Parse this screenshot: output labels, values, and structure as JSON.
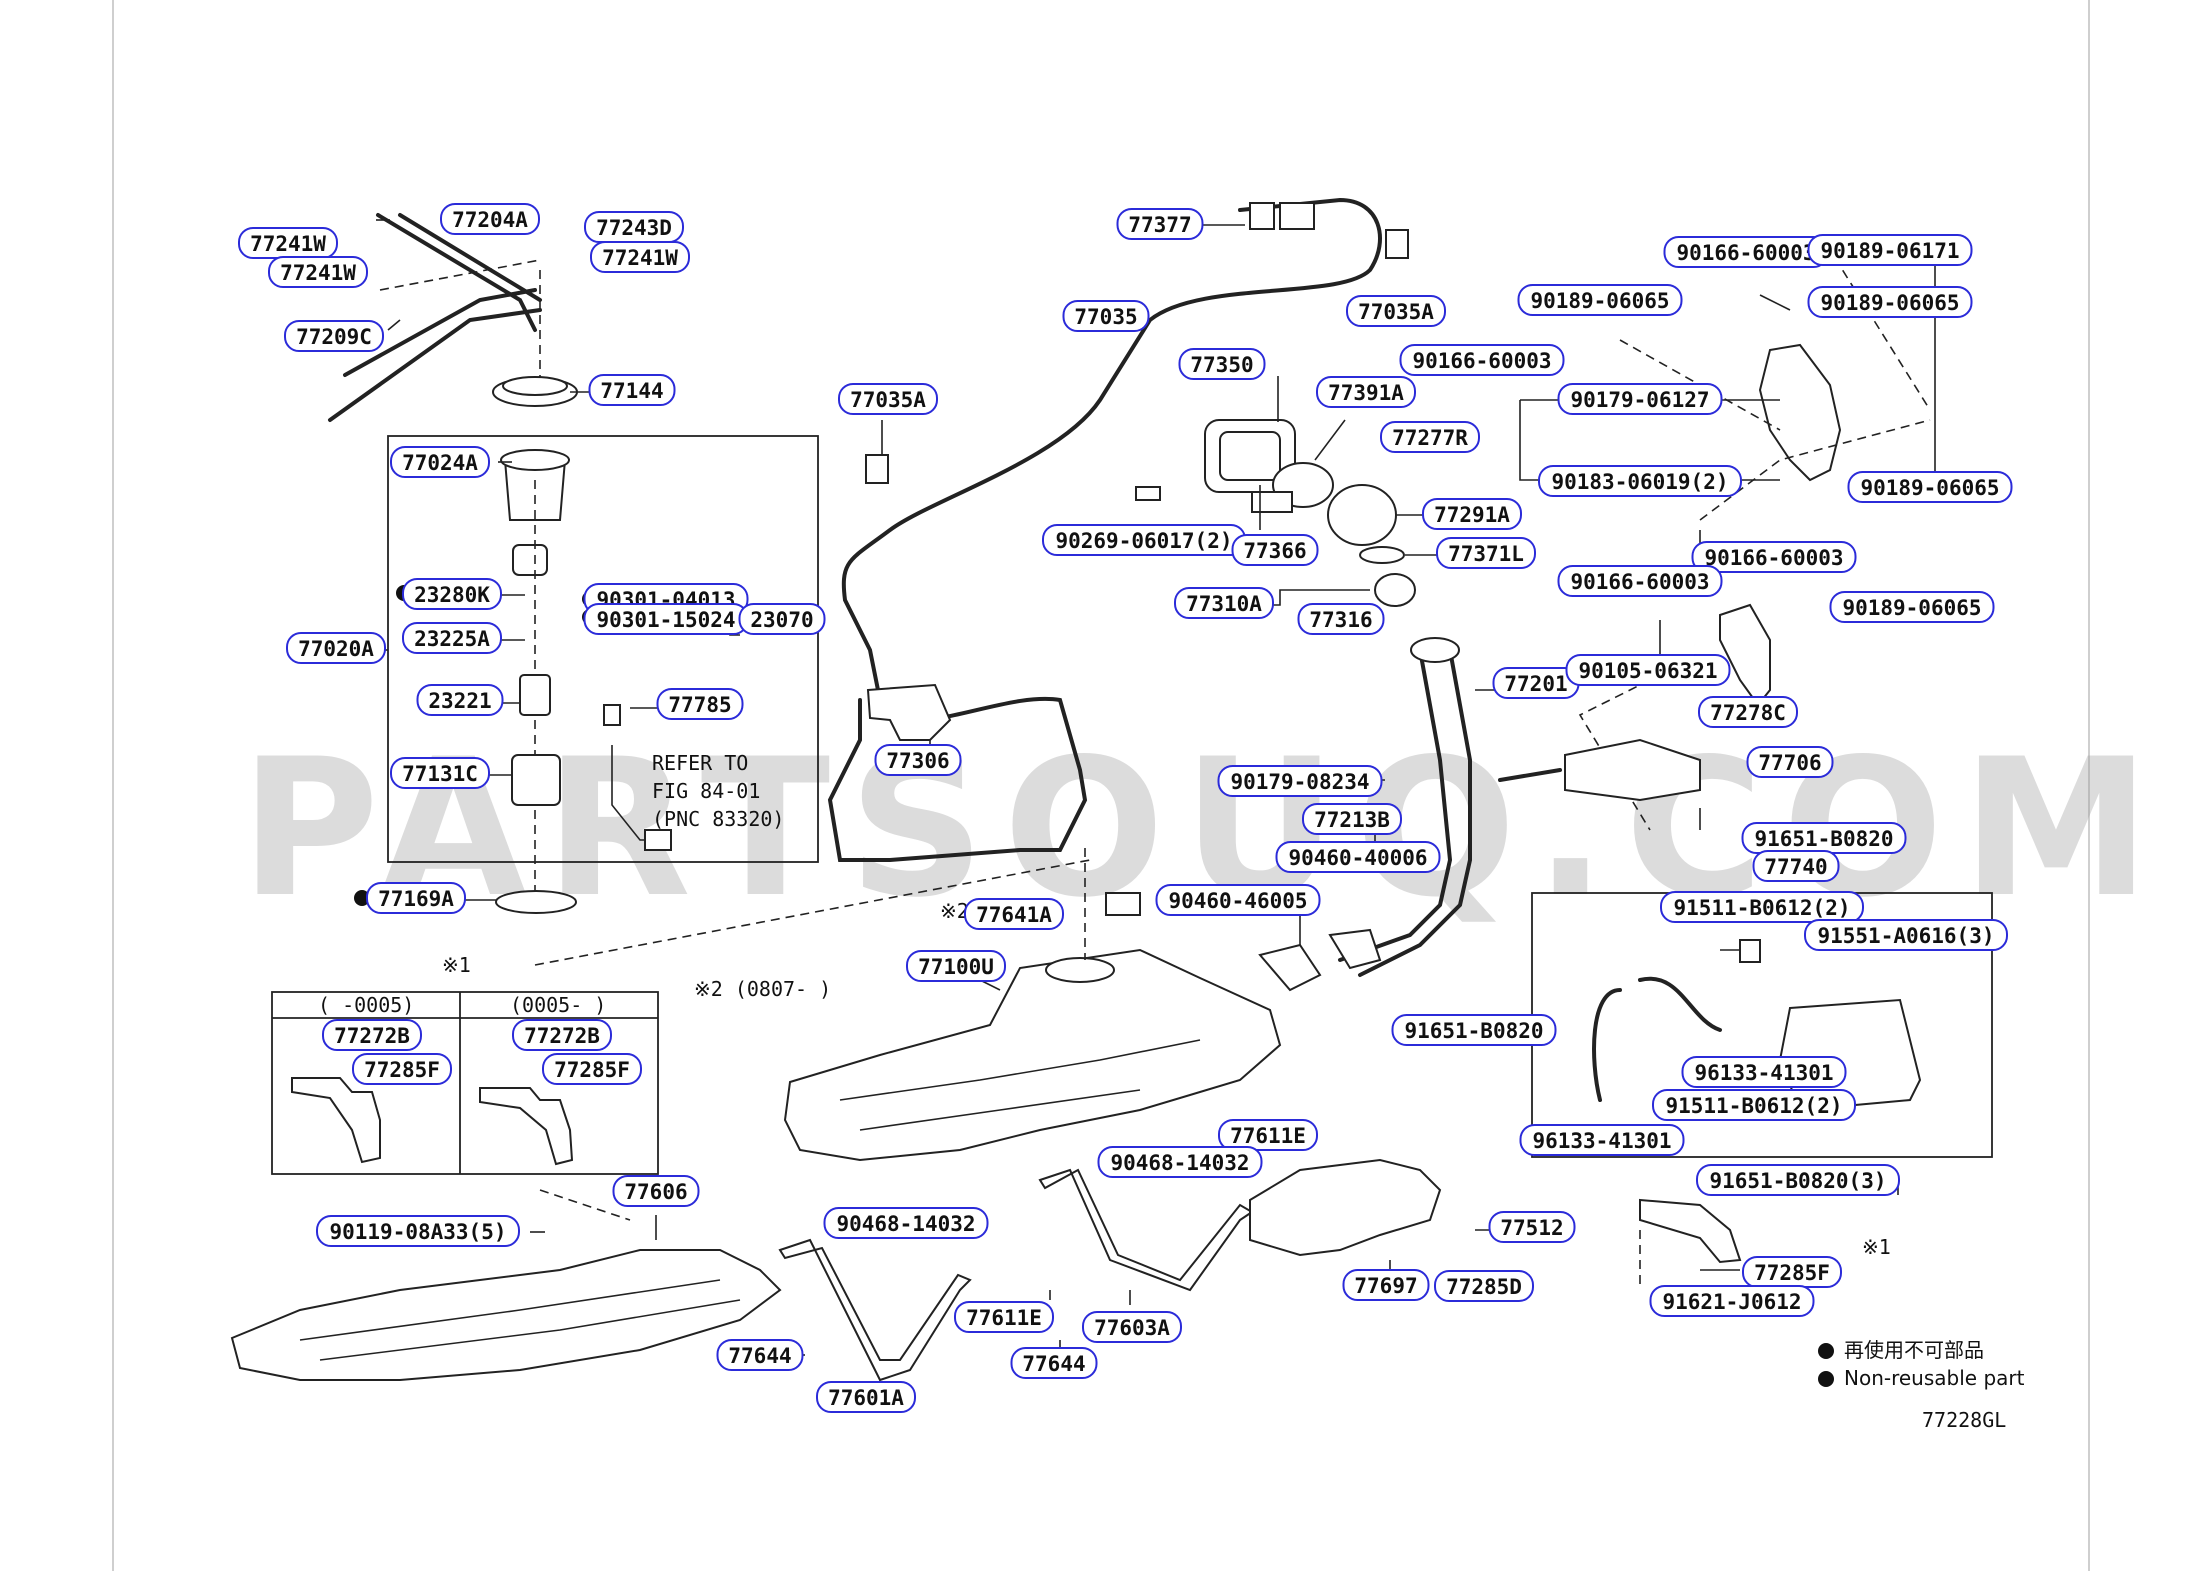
{
  "watermark": "PARTSOUQ.COM",
  "figure_code": "77228GL",
  "legend": {
    "jp": "再使用不可部品",
    "en": "Non-reusable part"
  },
  "notes": {
    "refer_line1": "REFER TO",
    "refer_line2": "FIG 84-01",
    "refer_line3": "(PNC 83320)",
    "note1_mark": "※1",
    "note1_mark_b": "※1",
    "note2_mark": "※2",
    "note2_text": "※2 (0807-    )",
    "inset_left_header": "(    -0005)",
    "inset_right_header": "(0005-    )"
  },
  "labels": [
    {
      "id": "77241W",
      "text": "77241W"
    },
    {
      "id": "77241W-b",
      "text": "77241W"
    },
    {
      "id": "77204A",
      "text": "77204A"
    },
    {
      "id": "77243D",
      "text": "77243D"
    },
    {
      "id": "77241W-c",
      "text": "77241W"
    },
    {
      "id": "77209C",
      "text": "77209C"
    },
    {
      "id": "77144",
      "text": "77144"
    },
    {
      "id": "77024A",
      "text": "77024A"
    },
    {
      "id": "23280K",
      "text": "23280K"
    },
    {
      "id": "90301-04013",
      "text": "90301-04013"
    },
    {
      "id": "90301-15024",
      "text": "90301-15024"
    },
    {
      "id": "23070",
      "text": "23070"
    },
    {
      "id": "77020A",
      "text": "77020A"
    },
    {
      "id": "23225A",
      "text": "23225A"
    },
    {
      "id": "23221",
      "text": "23221"
    },
    {
      "id": "77785",
      "text": "77785"
    },
    {
      "id": "77131C",
      "text": "77131C"
    },
    {
      "id": "77169A",
      "text": "77169A"
    },
    {
      "id": "77377",
      "text": "77377"
    },
    {
      "id": "77035",
      "text": "77035"
    },
    {
      "id": "77035A",
      "text": "77035A"
    },
    {
      "id": "77035A-b",
      "text": "77035A"
    },
    {
      "id": "77306",
      "text": "77306"
    },
    {
      "id": "77350",
      "text": "77350"
    },
    {
      "id": "77391A",
      "text": "77391A"
    },
    {
      "id": "90269-06017(2)",
      "text": "90269-06017(2)"
    },
    {
      "id": "77366",
      "text": "77366"
    },
    {
      "id": "77291A",
      "text": "77291A"
    },
    {
      "id": "77371L",
      "text": "77371L"
    },
    {
      "id": "77310A",
      "text": "77310A"
    },
    {
      "id": "77316",
      "text": "77316"
    },
    {
      "id": "77201",
      "text": "77201"
    },
    {
      "id": "90179-08234",
      "text": "90179-08234"
    },
    {
      "id": "77213B",
      "text": "77213B"
    },
    {
      "id": "90460-40006",
      "text": "90460-40006"
    },
    {
      "id": "90460-46005",
      "text": "90460-46005"
    },
    {
      "id": "77641A",
      "text": "77641A"
    },
    {
      "id": "77100U",
      "text": "77100U"
    },
    {
      "id": "77272B",
      "text": "77272B"
    },
    {
      "id": "77285F",
      "text": "77285F"
    },
    {
      "id": "77272B-b",
      "text": "77272B"
    },
    {
      "id": "77285F-b",
      "text": "77285F"
    },
    {
      "id": "90166-60003",
      "text": "90166-60003"
    },
    {
      "id": "90189-06171",
      "text": "90189-06171"
    },
    {
      "id": "90189-06065",
      "text": "90189-06065"
    },
    {
      "id": "90189-06065-b",
      "text": "90189-06065"
    },
    {
      "id": "90166-60003-b",
      "text": "90166-60003"
    },
    {
      "id": "90179-06127",
      "text": "90179-06127"
    },
    {
      "id": "77277R",
      "text": "77277R"
    },
    {
      "id": "90183-06019(2)",
      "text": "90183-06019(2)"
    },
    {
      "id": "90189-06065-c",
      "text": "90189-06065"
    },
    {
      "id": "90166-60003-c",
      "text": "90166-60003"
    },
    {
      "id": "90166-60003-d",
      "text": "90166-60003"
    },
    {
      "id": "90189-06065-d",
      "text": "90189-06065"
    },
    {
      "id": "90105-06321",
      "text": "90105-06321"
    },
    {
      "id": "77278C",
      "text": "77278C"
    },
    {
      "id": "77706",
      "text": "77706"
    },
    {
      "id": "91651-B0820",
      "text": "91651-B0820"
    },
    {
      "id": "77740",
      "text": "77740"
    },
    {
      "id": "91511-B0612(2)",
      "text": "91511-B0612(2)"
    },
    {
      "id": "91551-A0616(3)",
      "text": "91551-A0616(3)"
    },
    {
      "id": "96133-41301",
      "text": "96133-41301"
    },
    {
      "id": "91511-B0612(2)-b",
      "text": "91511-B0612(2)"
    },
    {
      "id": "96133-41301-b",
      "text": "96133-41301"
    },
    {
      "id": "91651-B0820-b",
      "text": "91651-B0820"
    },
    {
      "id": "91651-B0820(3)",
      "text": "91651-B0820(3)"
    },
    {
      "id": "77611E",
      "text": "77611E"
    },
    {
      "id": "90468-14032",
      "text": "90468-14032"
    },
    {
      "id": "77512",
      "text": "77512"
    },
    {
      "id": "77697",
      "text": "77697"
    },
    {
      "id": "77285D",
      "text": "77285D"
    },
    {
      "id": "77285F-c",
      "text": "77285F"
    },
    {
      "id": "91621-J0612",
      "text": "91621-J0612"
    },
    {
      "id": "77606",
      "text": "77606"
    },
    {
      "id": "90119-08A33(5)",
      "text": "90119-08A33(5)"
    },
    {
      "id": "90468-14032-b",
      "text": "90468-14032"
    },
    {
      "id": "77611E-b",
      "text": "77611E"
    },
    {
      "id": "77644",
      "text": "77644"
    },
    {
      "id": "77644-b",
      "text": "77644"
    },
    {
      "id": "77603A",
      "text": "77603A"
    },
    {
      "id": "77601A",
      "text": "77601A"
    }
  ]
}
